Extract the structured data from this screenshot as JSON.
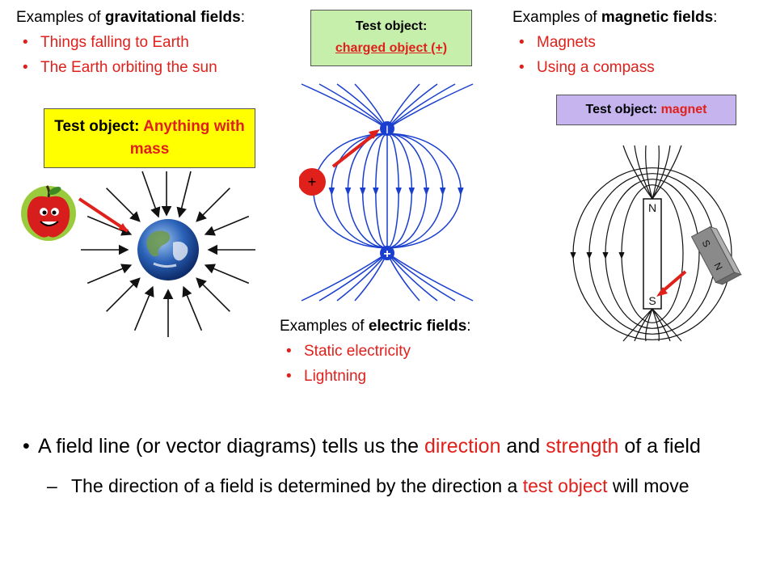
{
  "gravity": {
    "heading_pre": "Examples of ",
    "heading_bold": "gravitational fields",
    "heading_post": ":",
    "examples": [
      "Things falling to Earth",
      "The Earth orbiting the sun"
    ],
    "box_label": "Test object: ",
    "box_value": "Anything with mass"
  },
  "electric": {
    "box_label": "Test object:",
    "box_value": "charged object (+)",
    "heading_pre": "Examples of ",
    "heading_bold": "electric fields",
    "heading_post": ":",
    "examples": [
      "Static electricity",
      "Lightning"
    ],
    "charge_top": "I",
    "charge_bottom": "+",
    "test_charge": "+"
  },
  "magnetic": {
    "heading_pre": "Examples of ",
    "heading_bold": "magnetic fields",
    "heading_post": ":",
    "examples": [
      "Magnets",
      "Using a compass"
    ],
    "box_label": "Test object: ",
    "box_value": "magnet",
    "pole_n": "N",
    "pole_s": "S",
    "small_s": "S",
    "small_n": "N"
  },
  "main": {
    "b1_pre": "A field line (or vector diagrams) tells us the ",
    "b1_red1": "direction",
    "b1_mid": " and ",
    "b1_red2": "strength",
    "b1_post": " of a field",
    "b2_pre": "The direction of a field is determined by the direction a ",
    "b2_red": "test object",
    "b2_post": " will move"
  },
  "colors": {
    "red": "#e0201b",
    "yellow": "#ffff00",
    "green": "#c6efac",
    "purple": "#c5b4ee",
    "field_blue": "#1a3fcf"
  }
}
